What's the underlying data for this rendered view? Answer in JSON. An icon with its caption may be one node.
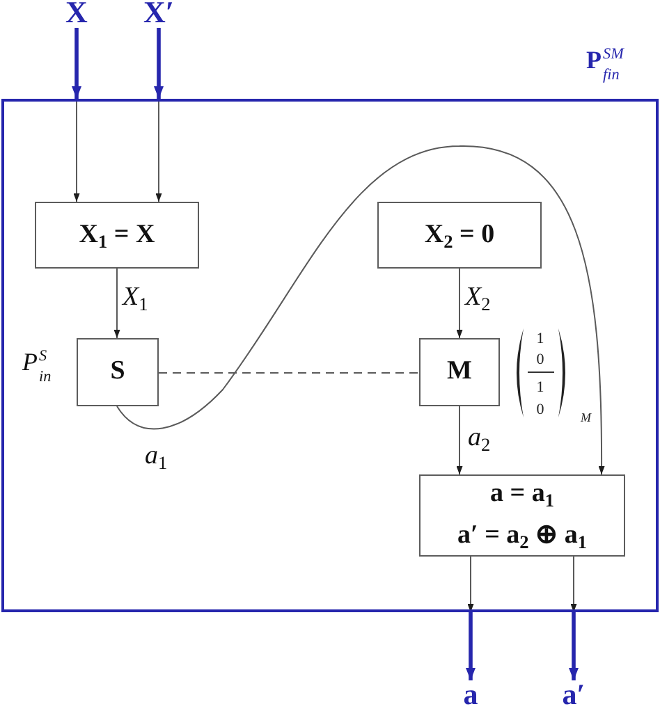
{
  "diagram": {
    "nodes": [
      {
        "text": [
          "X"
        ]
      },
      {
        "text": [
          "X′"
        ]
      },
      {
        "text": [
          "P$^{SM}$$_{fin}$"
        ]
      },
      {
        "text": [
          "X$_{1}$ = X"
        ],
        "in": 2
      },
      {
        "text": [
          "X$_{2}$ = 0"
        ],
        "in": 2
      },
      {
        "text": [
          "S"
        ],
        "in": 2,
        "beside": [
          "P$^{S}$$_{in}$"
        ]
      },
      {
        "text": [
          "M"
        ],
        "in": 2,
        "beside": [
          "1",
          "0",
          "1",
          "0",
          "M"
        ]
      },
      {
        "text": [
          "a = a$_{1}$",
          "a′ = a$_{2}$ ⊕ a$_{1}$"
        ],
        "in": 2
      },
      {
        "text": [
          "a"
        ]
      },
      {
        "text": [
          "a′"
        ]
      }
    ],
    "edges": [
      {
        "from": 0,
        "to": 2,
        "arrow": "to",
        "style": "thick",
        "color": "#2626ad"
      },
      {
        "from": 1,
        "to": 2,
        "arrow": "to",
        "style": "thick",
        "color": "#2626ad"
      },
      {
        "from": 2,
        "to": 3,
        "arrow": "to"
      },
      {
        "from": 2,
        "to": 3,
        "arrow": "to"
      },
      {
        "from": 3,
        "to": 5,
        "arrow": "to",
        "label": "X$_{1}$"
      },
      {
        "from": 4,
        "to": 6,
        "arrow": "to",
        "label": "X$_{2}$"
      },
      {
        "from": 5,
        "to": 6,
        "arrow": "none",
        "style": "dashed"
      },
      {
        "from": 5,
        "to": 7,
        "arrow": "to",
        "label": "a$_{1}$"
      },
      {
        "from": 6,
        "to": 7,
        "arrow": "to",
        "label": "a$_{2}$"
      },
      {
        "from": 7,
        "to": 2,
        "arrow": "to"
      },
      {
        "from": 7,
        "to": 2,
        "arrow": "to"
      },
      {
        "from": 2,
        "to": 8,
        "arrow": "to",
        "style": "thick",
        "color": "#2626ad"
      },
      {
        "from": 2,
        "to": 9,
        "arrow": "to",
        "style": "thick",
        "color": "#2626ad"
      }
    ]
  }
}
